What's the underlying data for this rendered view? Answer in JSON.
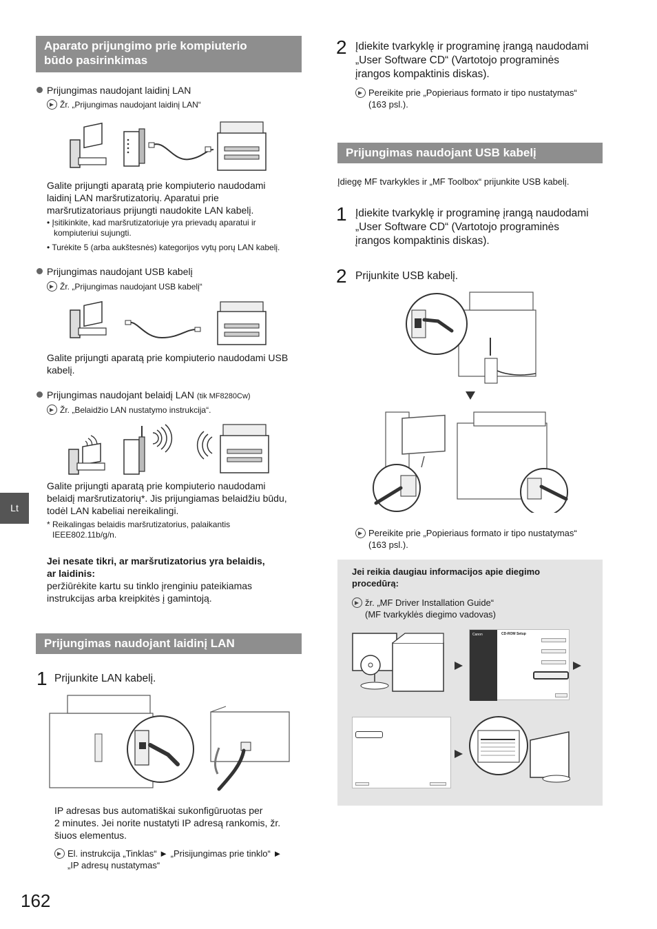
{
  "left": {
    "section1": {
      "title_line1": "Aparato prijungimo prie kompiuterio",
      "title_line2": "būdo pasirinkimas",
      "wired": {
        "label": "Prijungimas naudojant laidinį LAN",
        "ref": "Žr. „Prijungimas naudojant laidinį LAN“",
        "desc1": "Galite prijungti aparatą prie kompiuterio naudodami",
        "desc2": "laidinį LAN maršrutizatorių. Aparatui prie",
        "desc3": "maršrutizatoriaus prijungti naudokite LAN kabelį.",
        "note1a": "Įsitikinkite, kad maršrutizatoriuje yra prievadų aparatui ir",
        "note1b": "kompiuteriui sujungti.",
        "note2": "Turėkite 5 (arba aukštesnės) kategorijos vytų porų LAN kabelį."
      },
      "usb": {
        "label": "Prijungimas naudojant USB kabelį",
        "ref": "Žr. „Prijungimas naudojant USB kabelį“",
        "desc1": "Galite prijungti aparatą prie kompiuterio naudodami USB",
        "desc2": "kabelį."
      },
      "wireless": {
        "label": "Prijungimas naudojant belaidį LAN",
        "label_small": "(tik MF8280Cw)",
        "ref": "Žr. „Belaidžio LAN nustatymo instrukcija“.",
        "desc1": "Galite prijungti aparatą prie kompiuterio naudodami",
        "desc2": "belaidį maršrutizatorių*. Jis prijungiamas belaidžiu būdu,",
        "desc3": "todėl LAN kabeliai nereikalingi.",
        "foot1": "* Reikalingas belaidis maršrutizatorius, palaikantis",
        "foot2": "IEEE802.11b/g/n."
      },
      "unsure": {
        "bold1": "Jei nesate tikri, ar maršrutizatorius yra belaidis,",
        "bold2": "ar laidinis:",
        "text1": "peržiūrėkite kartu su tinklo įrenginiu pateikiamas",
        "text2": "instrukcijas arba kreipkitės į gamintoją."
      }
    },
    "section2": {
      "title": "Prijungimas naudojant laidinį LAN",
      "step1_num": "1",
      "step1": "Prijunkite LAN kabelį.",
      "ip1": "IP adresas bus automatiškai sukonfigūruotas per",
      "ip2": "2 minutes. Jei norite nustatyti IP adresą rankomis, žr.",
      "ip3": "šiuos elementus.",
      "ref1": "El. instrukcija „Tinklas“ ► „Prisijungimas prie tinklo“ ►",
      "ref2": "„IP adresų nustatymas“"
    },
    "page_number": "162",
    "lang_tab": "Lt"
  },
  "right": {
    "step2_num": "2",
    "step2_l1": "Įdiekite tvarkyklę ir programinę įrangą naudodami",
    "step2_l2": "„User Software CD“ (Vartotojo programinės",
    "step2_l3": "įrangos kompaktinis diskas).",
    "step2_ref1": "Pereikite prie „Popieriaus formato ir tipo nustatymas“",
    "step2_ref2": "(163 psl.).",
    "usb_section": {
      "title": "Prijungimas naudojant USB kabelį",
      "intro": "Įdiegę MF tvarkykles ir „MF Toolbox“ prijunkite USB kabelį.",
      "step1_num": "1",
      "step1_l1": "Įdiekite tvarkyklę ir programinę įrangą naudodami",
      "step1_l2": "„User Software CD“ (Vartotojo programinės",
      "step1_l3": "įrangos kompaktinis diskas).",
      "step2_num": "2",
      "step2": "Prijunkite USB kabelį.",
      "ref1": "Pereikite prie „Popieriaus formato ir tipo nustatymas“",
      "ref2": "(163 psl.)."
    },
    "info_box": {
      "title1": "Jei reikia daugiau informacijos apie diegimo",
      "title2": "procedūrą:",
      "ref1": "žr. „MF Driver Installation Guide“",
      "ref2": "(MF tvarkyklės diegimo vadovas)",
      "screen_title": "CD-ROM Setup",
      "screen_brand": "Canon"
    }
  }
}
